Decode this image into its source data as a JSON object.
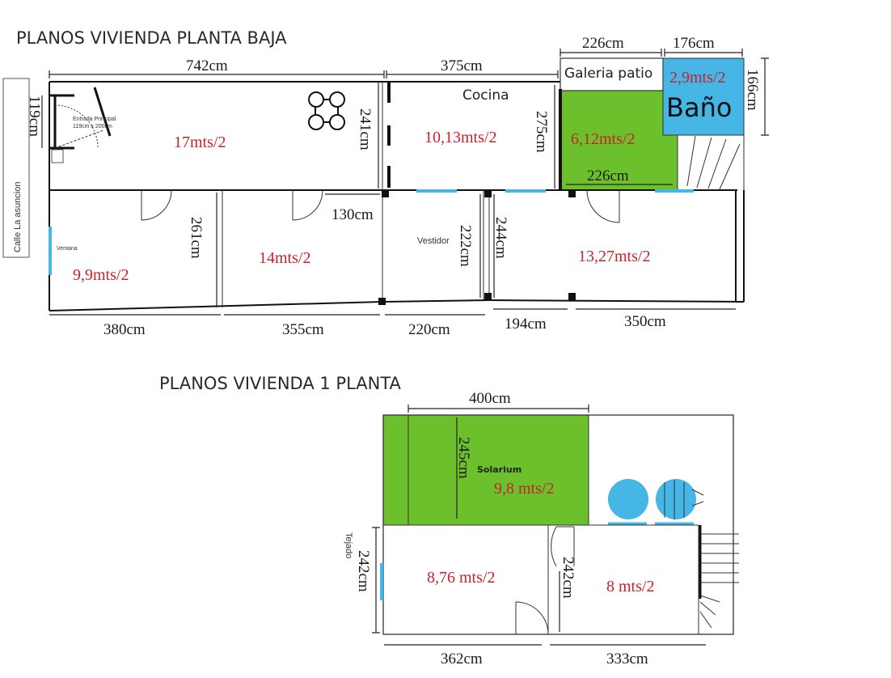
{
  "titles": {
    "ground_floor": "PLANOS VIVIENDA PLANTA BAJA",
    "first_floor": "PLANOS VIVIENDA 1 PLANTA"
  },
  "ground": {
    "street": "Calle La asuncion",
    "entrance_line1": "Entrada Principal",
    "entrance_line2": "119cm x 200cm",
    "window_label": "Ventana",
    "kitchen": "Cocina",
    "patio": "Galeria patio",
    "dressing": "Vestidor",
    "bath": "Baño",
    "areas": {
      "living": "17mts/2",
      "kitchen": "10,13mts/2",
      "patio": "6,12mts/2",
      "bath": "2,9mts/2",
      "room1": "9,9mts/2",
      "room2": "14mts/2",
      "room3": "13,27mts/2"
    },
    "dims": {
      "top_left": "742cm",
      "top_mid": "375cm",
      "top_patio": "226cm",
      "top_bath": "176cm",
      "bath_h": "166cm",
      "entrance_h": "119cm",
      "living_h": "241cm",
      "kitchen_h": "275cm",
      "patio_w": "226cm",
      "room1_h": "261cm",
      "door_w": "130cm",
      "dressing_h": "222cm",
      "room3_h": "244cm",
      "b1": "380cm",
      "b2": "355cm",
      "b3": "220cm",
      "b4": "194cm",
      "b5": "350cm"
    }
  },
  "first": {
    "solarium": "Solarium",
    "roof": "Tejado",
    "areas": {
      "solarium": "9,8 mts/2",
      "room_left": "8,76 mts/2",
      "room_right": "8 mts/2"
    },
    "dims": {
      "top": "400cm",
      "solarium_h": "245cm",
      "left_h": "242cm",
      "mid_h": "242cm",
      "b1": "362cm",
      "b2": "333cm"
    }
  },
  "colors": {
    "green": "#6cc02c",
    "blue": "#45b6e6",
    "area_text": "#c8232c"
  }
}
